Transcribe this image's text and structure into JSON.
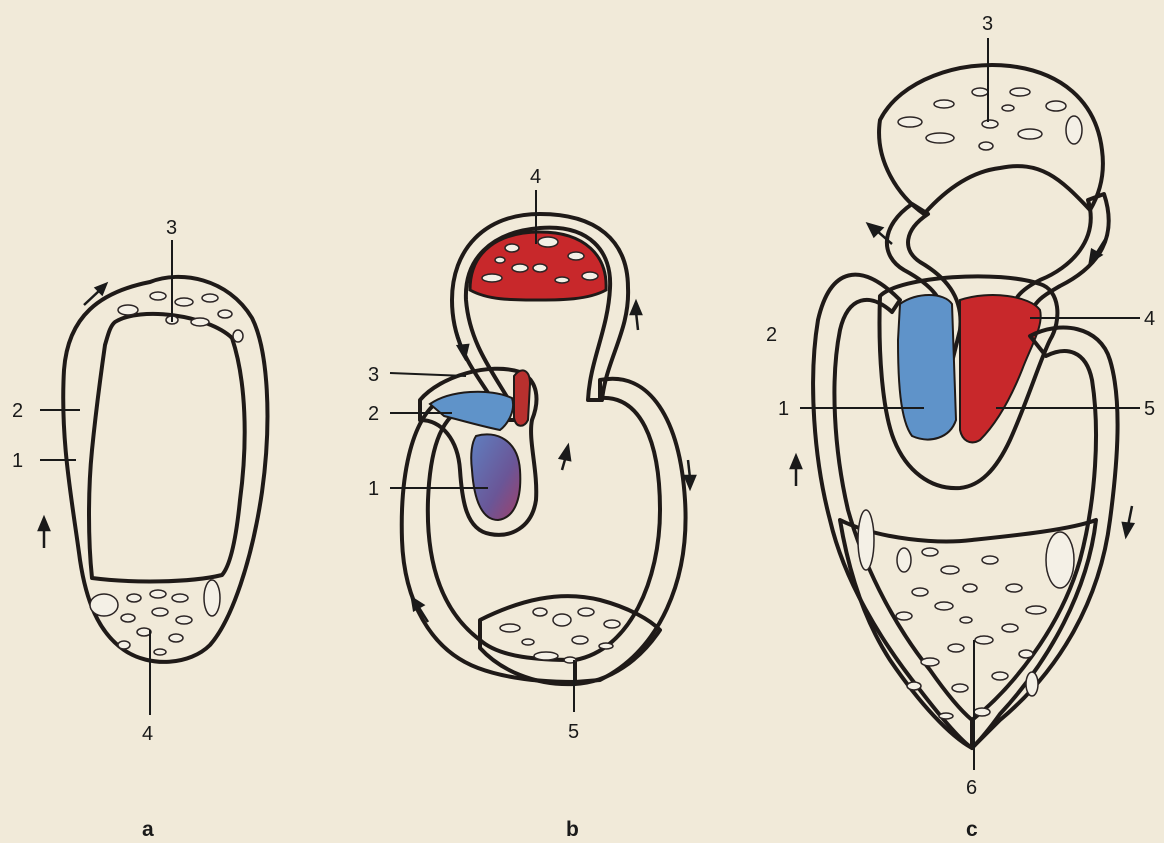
{
  "colors": {
    "background": "#f1ead9",
    "venous_blue": "#5f93c9",
    "arterial_red": "#c8282b",
    "mixed_purple": "#6a5697",
    "heart_grey": "#4d4d4d",
    "outline": "#1f1a18"
  },
  "panels": [
    {
      "caption": "a",
      "labels": {
        "n1": "1",
        "n2": "2",
        "n3": "3",
        "n4": "4"
      }
    },
    {
      "caption": "b",
      "labels": {
        "n1": "1",
        "n2": "2",
        "n3": "3",
        "n4": "4",
        "n5": "5"
      }
    },
    {
      "caption": "c",
      "labels": {
        "n1": "1",
        "n2": "2",
        "n3": "3",
        "n4": "4",
        "n5": "5",
        "n6": "6"
      }
    }
  ]
}
